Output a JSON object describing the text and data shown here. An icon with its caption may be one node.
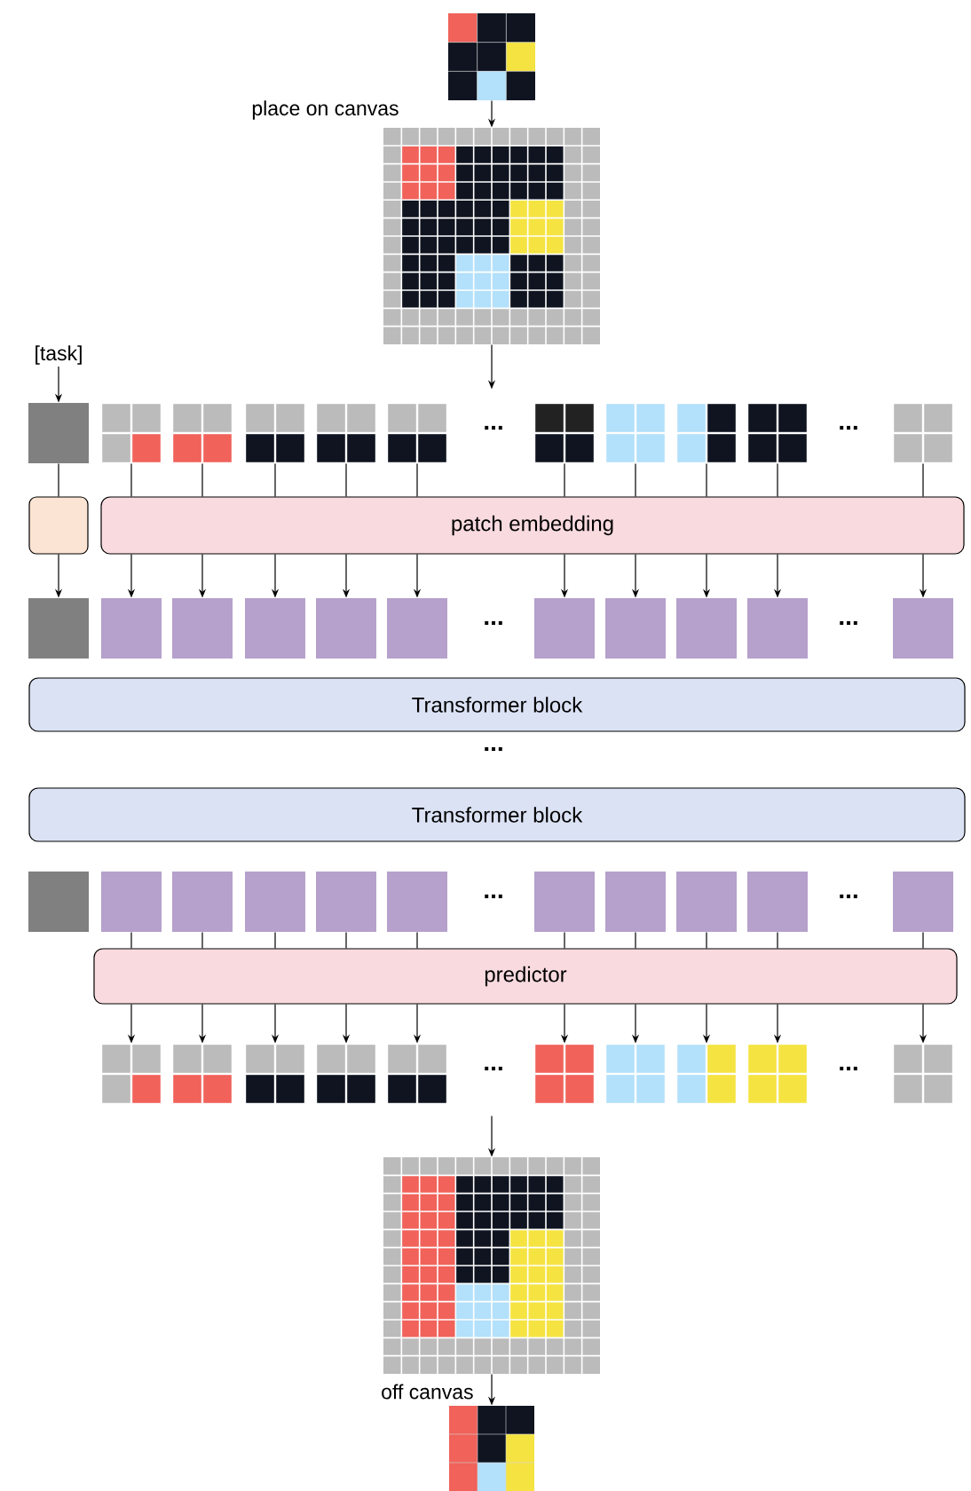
{
  "diagram": {
    "nodes": [
      {
        "text": [],
        "shape": "picture"
      },
      {
        "text": [],
        "shape": "picture"
      },
      {
        "text": [
          "[task]"
        ]
      },
      {
        "text": [],
        "shape": "box"
      },
      {
        "text": [],
        "shape": "picture"
      },
      {
        "text": [],
        "shape": "picture"
      },
      {
        "text": [],
        "shape": "picture"
      },
      {
        "text": [],
        "shape": "picture"
      },
      {
        "text": [],
        "shape": "picture"
      },
      {
        "text": [],
        "shape": "picture"
      },
      {
        "text": [],
        "shape": "picture"
      },
      {
        "text": [],
        "shape": "picture"
      },
      {
        "text": [],
        "shape": "picture"
      },
      {
        "text": [],
        "shape": "picture"
      },
      {
        "text": [],
        "shape": "box"
      },
      {
        "text": [
          "patch embedding"
        ]
      },
      {
        "text": [],
        "shape": "box"
      },
      {
        "text": [],
        "shape": "box"
      },
      {
        "text": [],
        "shape": "box"
      },
      {
        "text": [],
        "shape": "box"
      },
      {
        "text": [],
        "shape": "box"
      },
      {
        "text": [],
        "shape": "box"
      },
      {
        "text": [],
        "shape": "box"
      },
      {
        "text": [],
        "shape": "box"
      },
      {
        "text": [],
        "shape": "box"
      },
      {
        "text": [],
        "shape": "box"
      },
      {
        "text": [],
        "shape": "box"
      },
      {
        "text": [
          "Transformer block"
        ]
      },
      {
        "text": [
          "Transformer block"
        ]
      },
      {
        "text": [],
        "shape": "box"
      },
      {
        "text": [],
        "shape": "box"
      },
      {
        "text": [],
        "shape": "box"
      },
      {
        "text": [],
        "shape": "box"
      },
      {
        "text": [],
        "shape": "box"
      },
      {
        "text": [],
        "shape": "box"
      },
      {
        "text": [],
        "shape": "box"
      },
      {
        "text": [],
        "shape": "box"
      },
      {
        "text": [],
        "shape": "box"
      },
      {
        "text": [],
        "shape": "box"
      },
      {
        "text": [],
        "shape": "box"
      },
      {
        "text": [
          "predictor"
        ]
      },
      {
        "text": [],
        "shape": "picture"
      },
      {
        "text": [],
        "shape": "picture"
      },
      {
        "text": [],
        "shape": "picture"
      },
      {
        "text": [],
        "shape": "picture"
      },
      {
        "text": [],
        "shape": "picture"
      },
      {
        "text": [],
        "shape": "picture"
      },
      {
        "text": [],
        "shape": "picture"
      },
      {
        "text": [],
        "shape": "picture"
      },
      {
        "text": [],
        "shape": "picture"
      },
      {
        "text": [],
        "shape": "picture"
      },
      {
        "text": [],
        "shape": "picture"
      },
      {
        "text": [],
        "shape": "picture"
      }
    ],
    "edges": [
      {
        "from": 0,
        "to": 1,
        "arrow": "to",
        "label": "place on canvas"
      },
      {
        "from": 1,
        "to": null,
        "arrow": "to"
      },
      {
        "from": 2,
        "to": 3,
        "arrow": "to"
      },
      {
        "from": 3,
        "to": 14,
        "arrow": "none"
      },
      {
        "from": 14,
        "to": 16,
        "arrow": "to"
      },
      {
        "from": 4,
        "to": 15,
        "arrow": "none"
      },
      {
        "from": 5,
        "to": 15,
        "arrow": "none"
      },
      {
        "from": 6,
        "to": 15,
        "arrow": "none"
      },
      {
        "from": 7,
        "to": 15,
        "arrow": "none"
      },
      {
        "from": 8,
        "to": 15,
        "arrow": "none"
      },
      {
        "from": 9,
        "to": 15,
        "arrow": "none"
      },
      {
        "from": 10,
        "to": 15,
        "arrow": "none"
      },
      {
        "from": 11,
        "to": 15,
        "arrow": "none"
      },
      {
        "from": 12,
        "to": 15,
        "arrow": "none"
      },
      {
        "from": 13,
        "to": 15,
        "arrow": "none"
      },
      {
        "from": 15,
        "to": 17,
        "arrow": "to"
      },
      {
        "from": 15,
        "to": 18,
        "arrow": "to"
      },
      {
        "from": 15,
        "to": 19,
        "arrow": "to"
      },
      {
        "from": 15,
        "to": 20,
        "arrow": "to"
      },
      {
        "from": 15,
        "to": 21,
        "arrow": "to"
      },
      {
        "from": 15,
        "to": 22,
        "arrow": "to"
      },
      {
        "from": 15,
        "to": 23,
        "arrow": "to"
      },
      {
        "from": 15,
        "to": 24,
        "arrow": "to"
      },
      {
        "from": 15,
        "to": 25,
        "arrow": "to"
      },
      {
        "from": 15,
        "to": 26,
        "arrow": "to"
      },
      {
        "from": 30,
        "to": 40,
        "arrow": "none"
      },
      {
        "from": 31,
        "to": 40,
        "arrow": "none"
      },
      {
        "from": 32,
        "to": 40,
        "arrow": "none"
      },
      {
        "from": 33,
        "to": 40,
        "arrow": "none"
      },
      {
        "from": 34,
        "to": 40,
        "arrow": "none"
      },
      {
        "from": 35,
        "to": 40,
        "arrow": "none"
      },
      {
        "from": 36,
        "to": 40,
        "arrow": "none"
      },
      {
        "from": 37,
        "to": 40,
        "arrow": "none"
      },
      {
        "from": 38,
        "to": 40,
        "arrow": "none"
      },
      {
        "from": 39,
        "to": 40,
        "arrow": "none"
      },
      {
        "from": 40,
        "to": 41,
        "arrow": "to"
      },
      {
        "from": 40,
        "to": 42,
        "arrow": "to"
      },
      {
        "from": 40,
        "to": 43,
        "arrow": "to"
      },
      {
        "from": 40,
        "to": 44,
        "arrow": "to"
      },
      {
        "from": 40,
        "to": 45,
        "arrow": "to"
      },
      {
        "from": 40,
        "to": 46,
        "arrow": "to"
      },
      {
        "from": 40,
        "to": 47,
        "arrow": "to"
      },
      {
        "from": 40,
        "to": 48,
        "arrow": "to"
      },
      {
        "from": 40,
        "to": 49,
        "arrow": "to"
      },
      {
        "from": 40,
        "to": 50,
        "arrow": "to"
      },
      {
        "from": null,
        "to": 51,
        "arrow": "to"
      },
      {
        "from": 51,
        "to": 52,
        "arrow": "to",
        "label": "off canvas"
      }
    ],
    "labels": [
      "...",
      "...",
      "...",
      "...",
      "...",
      "...",
      "...",
      "...",
      "..."
    ]
  }
}
